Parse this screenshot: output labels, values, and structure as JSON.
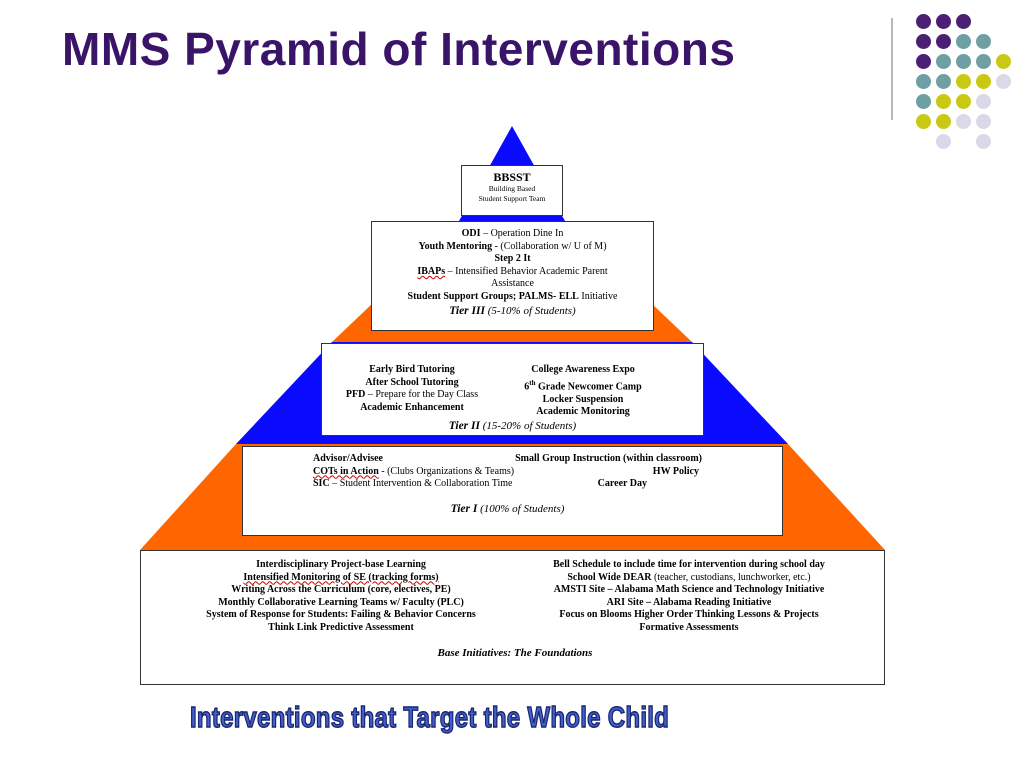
{
  "slide": {
    "title": "MMS Pyramid of Interventions",
    "banner": "Interventions that Target the Whole Child"
  },
  "colors": {
    "title": "#3a1468",
    "pyramid_blue": "#0a0aff",
    "pyramid_orange": "#ff6600",
    "dot_purple": "#4b2073",
    "dot_teal": "#6f9fa2",
    "dot_yellow": "#c9c914",
    "dot_lavender": "#d9d9e8"
  },
  "top": {
    "heading": "BBSST",
    "sub1": "Building Based",
    "sub2": "Student Support Team"
  },
  "tier3": {
    "l1_bold": "ODI",
    "l1_rest": " – Operation Dine In",
    "l2_bold": "Youth Mentoring",
    "l2_rest": " - (Collaboration w/ U of M)",
    "l3": "Step 2 It",
    "l4_bold": "IBAPs",
    "l4_rest": " – Intensified Behavior Academic Parent",
    "l5": "Assistance",
    "l6_bold": "Student Support Groups; PALMS- ELL",
    "l6_rest": " Initiative",
    "tier_name": "Tier III",
    "tier_pct": " (5-10% of Students)"
  },
  "tier2": {
    "left1": "Early Bird Tutoring",
    "left2": "After School Tutoring",
    "left3_bold": "PFD",
    "left3_rest": " – Prepare for the Day Class",
    "left4": "Academic Enhancement",
    "right1": "College Awareness Expo",
    "right2a": "6",
    "right2sup": "th",
    "right2b": " Grade Newcomer Camp",
    "right3": "Locker Suspension",
    "right4": "Academic Monitoring",
    "tier_name": "Tier II",
    "tier_pct": " (15-20% of Students)"
  },
  "tier1": {
    "l1_left": "Advisor/Advisee",
    "l1_right": "Small Group Instruction (within classroom)",
    "l2_left_bold": "COTs in Action",
    "l2_left_rest": " - (Clubs Organizations & Teams)",
    "l2_right": "HW Policy",
    "l3_left_bold": "SIC",
    "l3_left_rest": " – Student Intervention & Collaboration Time",
    "l3_right": "Career Day",
    "tier_name": "Tier I",
    "tier_pct": " (100% of Students)"
  },
  "base": {
    "left1": "Interdisciplinary Project-base Learning",
    "left2": "Intensified Monitoring of SE (tracking forms)",
    "left3": "Writing Across the Curriculum (core, electives, PE)",
    "left4": "Monthly Collaborative Learning Teams w/ Faculty (PLC)",
    "left5": "System of Response for Students: Failing & Behavior Concerns",
    "left6": "Think Link Predictive Assessment",
    "right1": "Bell Schedule to include time for intervention during school day",
    "right2_bold": "School Wide DEAR",
    "right2_rest": " (teacher, custodians, lunchworker, etc.)",
    "right3": "AMSTI Site – Alabama Math Science and Technology Initiative",
    "right4": "ARI Site – Alabama Reading Initiative",
    "right5": "Focus on Blooms Higher Order Thinking Lessons & Projects",
    "right6": "Formative Assessments",
    "footer": "Base Initiatives: The Foundations"
  }
}
